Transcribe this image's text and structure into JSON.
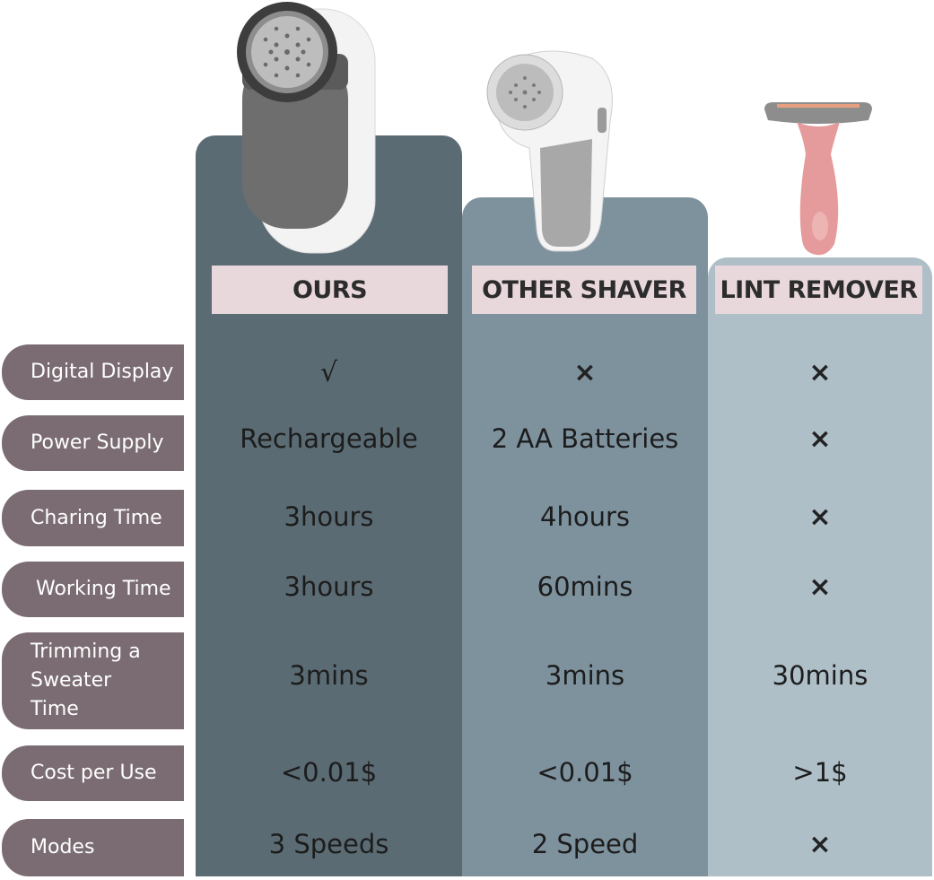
{
  "columns": [
    {
      "header": "OURS"
    },
    {
      "header": "OTHER SHAVER"
    },
    {
      "header": "LINT REMOVER"
    }
  ],
  "rows": [
    {
      "label": "Digital Display",
      "values": [
        "√",
        "×",
        "×"
      ]
    },
    {
      "label": "Power Supply",
      "values": [
        "Rechargeable",
        "2 AA Batteries",
        "×"
      ]
    },
    {
      "label": "Charing Time",
      "values": [
        "3hours",
        "4hours",
        "×"
      ]
    },
    {
      "label": "Working Time",
      "values": [
        "3hours",
        "60mins",
        "×"
      ]
    },
    {
      "label": "Trimming a Sweater Time",
      "values": [
        "3mins",
        "3mins",
        "30mins"
      ]
    },
    {
      "label": "Cost per Use",
      "values": [
        "<0.01$",
        "<0.01$",
        ">1$"
      ]
    },
    {
      "label": "Modes",
      "values": [
        "3 Speeds",
        "2 Speed",
        "×"
      ]
    }
  ],
  "colors": {
    "ours_column": "#5b6b74",
    "other_column": "#7e929e",
    "lint_column": "#aebfc7",
    "header_fill": "#e8d7db",
    "label_fill": "#7a6c72"
  },
  "icons": [
    "fabric-shaver-ours-image",
    "fabric-shaver-other-image",
    "lint-remover-brush-image"
  ]
}
